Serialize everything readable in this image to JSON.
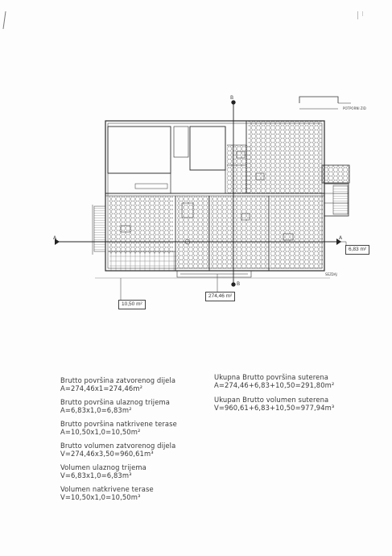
{
  "plan": {
    "label_total": "274,46 m²",
    "label_entry": "6,83 m²",
    "label_terrace": "10,50 m²",
    "note_top_right": "POTPORNI ZID",
    "section_a": "A",
    "section_b": "B",
    "note_bottom_right": "SEZDAJ"
  },
  "calculations_left": [
    {
      "title": "Brutto površina zatvorenog dijela",
      "formula": "A=274,46x1=274,46m²"
    },
    {
      "title": "Brutto površina ulaznog trijema",
      "formula": "A=6,83x1,0=6,83m²"
    },
    {
      "title": "Brutto površina natkrivene terase",
      "formula": "A=10,50x1,0=10,50m²"
    },
    {
      "title": "Brutto volumen zatvorenog dijela",
      "formula": "V=274,46x3,50=960,61m³"
    },
    {
      "title": "Volumen ulaznog trijema",
      "formula": "V=6,83x1,0=6,83m³"
    },
    {
      "title": "Volumen natkrivene terase",
      "formula": "V=10,50x1,0=10,50m³"
    }
  ],
  "calculations_right": [
    {
      "title": "Ukupna Brutto površina suterena",
      "formula": "A=274,46+6,83+10,50=291,80m²"
    },
    {
      "title": "Ukupan Brutto volumen suterena",
      "formula": "V=960,61+6,83+10,50=977,94m³"
    }
  ]
}
